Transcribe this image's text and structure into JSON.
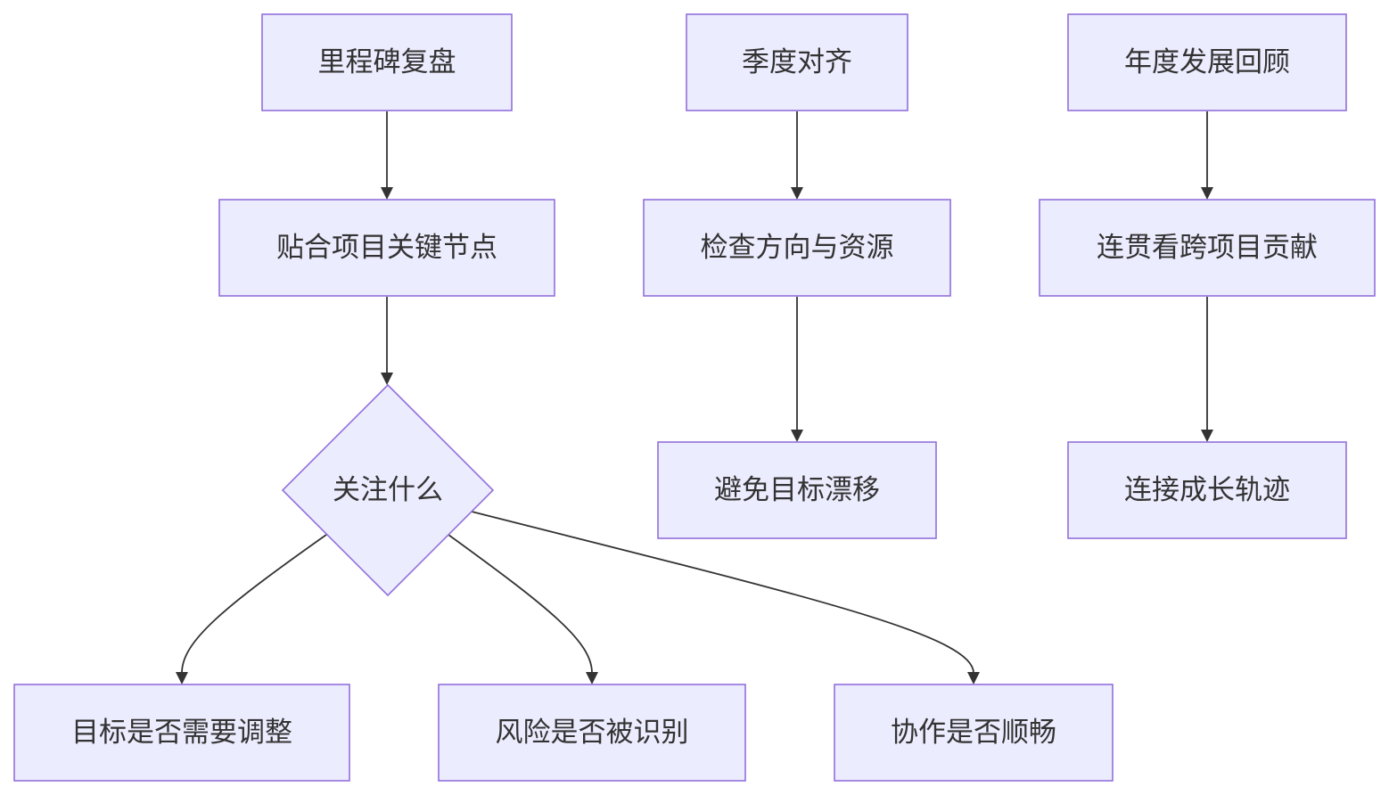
{
  "diagram": {
    "type": "flowchart",
    "direction": "top-down",
    "nodes": {
      "milestone": {
        "label": "里程碑复盘",
        "shape": "rect"
      },
      "fit_key_nodes": {
        "label": "贴合项目关键节点",
        "shape": "rect"
      },
      "focus": {
        "label": "关注什么",
        "shape": "diamond"
      },
      "goal_adjust": {
        "label": "目标是否需要调整",
        "shape": "rect"
      },
      "risk_identified": {
        "label": "风险是否被识别",
        "shape": "rect"
      },
      "collab_smooth": {
        "label": "协作是否顺畅",
        "shape": "rect"
      },
      "quarterly": {
        "label": "季度对齐",
        "shape": "rect"
      },
      "check_direction": {
        "label": "检查方向与资源",
        "shape": "rect"
      },
      "avoid_drift": {
        "label": "避免目标漂移",
        "shape": "rect"
      },
      "annual": {
        "label": "年度发展回顾",
        "shape": "rect"
      },
      "cross_project": {
        "label": "连贯看跨项目贡献",
        "shape": "rect"
      },
      "growth_path": {
        "label": "连接成长轨迹",
        "shape": "rect"
      }
    },
    "edges": [
      {
        "from": "milestone",
        "to": "fit_key_nodes"
      },
      {
        "from": "fit_key_nodes",
        "to": "focus"
      },
      {
        "from": "focus",
        "to": "goal_adjust"
      },
      {
        "from": "focus",
        "to": "risk_identified"
      },
      {
        "from": "focus",
        "to": "collab_smooth"
      },
      {
        "from": "quarterly",
        "to": "check_direction"
      },
      {
        "from": "check_direction",
        "to": "avoid_drift"
      },
      {
        "from": "annual",
        "to": "cross_project"
      },
      {
        "from": "cross_project",
        "to": "growth_path"
      }
    ],
    "colors": {
      "node_fill": "#ECECFF",
      "node_border": "#9370DB",
      "edge": "#333333",
      "text": "#333333"
    }
  }
}
